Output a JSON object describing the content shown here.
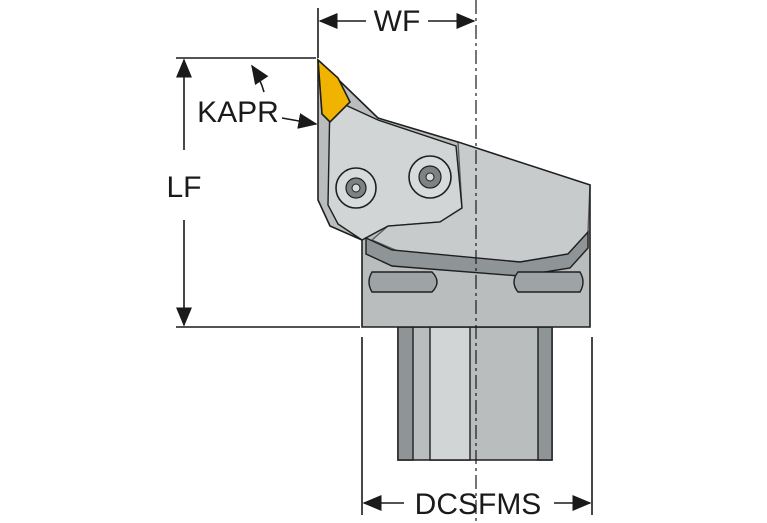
{
  "diagram": {
    "labels": {
      "wf": "WF",
      "kapr": "KAPR",
      "lf": "LF",
      "dcsfms": "DCSFMS"
    },
    "colors": {
      "insert": "#f0b400",
      "body": "#b9bdbe",
      "outline": "#1f1f1f"
    }
  }
}
